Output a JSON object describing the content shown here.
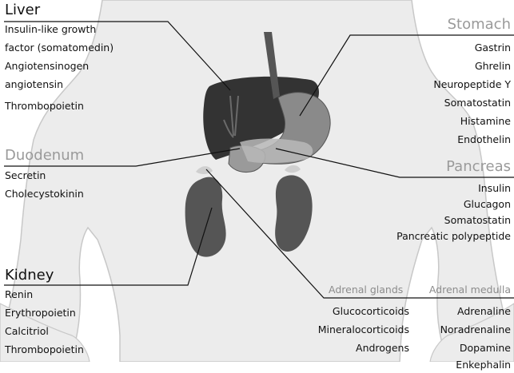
{
  "liver": {
    "title": "Liver",
    "hormones": [
      "Insulin-like growth",
      "factor (somatomedin)",
      "Angiotensinogen",
      "angiotensin",
      "Thrombopoietin"
    ]
  },
  "duodenum": {
    "title": "Duodenum",
    "hormones": [
      "Secretin",
      "Cholecystokinin"
    ]
  },
  "kidney": {
    "title": "Kidney",
    "hormones": [
      "Renin",
      "Erythropoietin",
      "Calcitriol",
      "Thrombopoietin"
    ]
  },
  "stomach": {
    "title": "Stomach",
    "hormones": [
      "Gastrin",
      "Ghrelin",
      "Neuropeptide Y",
      "Somatostatin",
      "Histamine",
      "Endothelin"
    ]
  },
  "pancreas": {
    "title": "Pancreas",
    "hormones": [
      "Insulin",
      "Glucagon",
      "Somatostatin",
      "Pancreatic polypeptide"
    ]
  },
  "adrenal_glands": {
    "title": "Adrenal glands",
    "hormones": [
      "Glucocorticoids",
      "Mineralocorticoids",
      "Androgens"
    ]
  },
  "adrenal_medulla": {
    "title": "Adrenal medulla",
    "hormones": [
      "Adrenaline",
      "Noradrenaline",
      "Dopamine",
      "Enkephalin"
    ]
  },
  "colors": {
    "body_fill": "#ececec",
    "body_outline": "#c8c8c8",
    "organ_dark": "#333333",
    "organ_mid": "#555555",
    "organ_light": "#8a8a8a",
    "leader_line": "#111111"
  }
}
